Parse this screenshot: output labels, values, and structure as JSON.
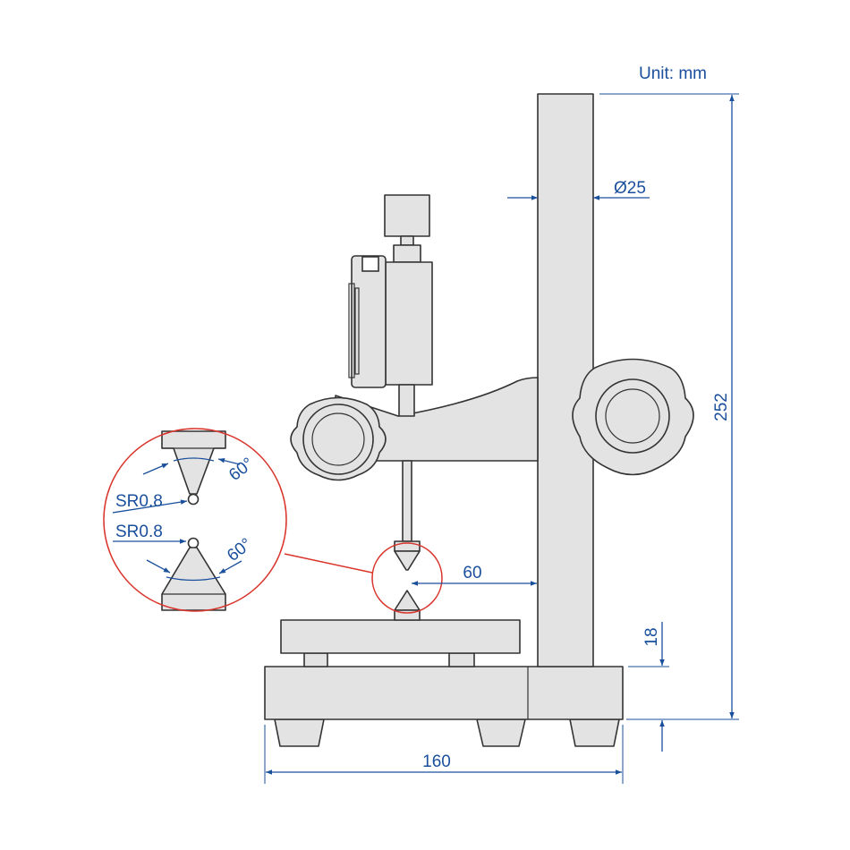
{
  "unit_label": "Unit: mm",
  "dimensions": {
    "column_diameter": "Ø25",
    "total_height": "252",
    "throat_depth": "60",
    "base_height": "18",
    "base_width": "160"
  },
  "detail": {
    "upper_radius": "SR0.8",
    "upper_angle": "60°",
    "lower_radius": "SR0.8",
    "lower_angle": "60°"
  },
  "colors": {
    "dimension": "#1a4f9c",
    "detail_circle": "#d9342b",
    "part_fill": "#e3e3e3",
    "outline": "#333333"
  }
}
